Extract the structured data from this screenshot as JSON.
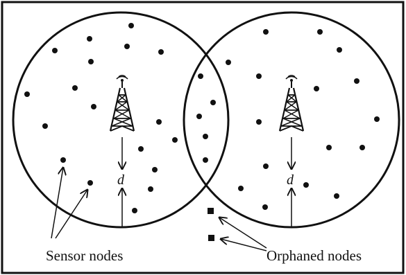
{
  "labels": {
    "sensor_nodes": "Sensor nodes",
    "orphaned_nodes": "Orphaned nodes",
    "distance_left": "d",
    "distance_right": "d"
  },
  "colors": {
    "ink": "#111111",
    "background": "#ffffff"
  },
  "icons": [
    "cell-tower-icon",
    "cell-tower-icon"
  ]
}
